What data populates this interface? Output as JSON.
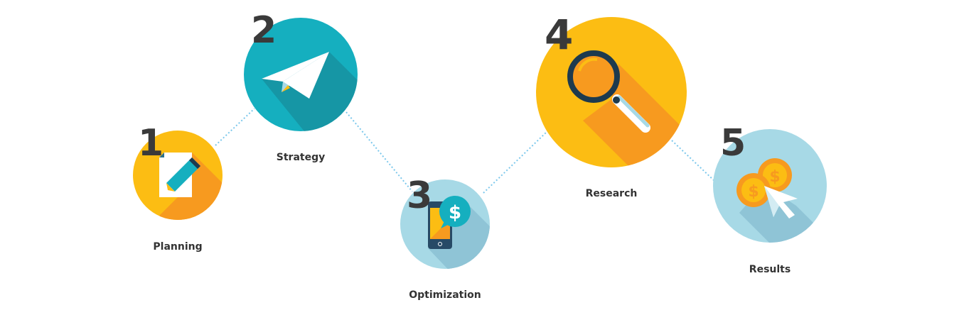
{
  "steps": [
    {
      "number": "1",
      "label": "Planning",
      "icon": "pencil-paper-icon",
      "color": "#fcbd13"
    },
    {
      "number": "2",
      "label": "Strategy",
      "icon": "paper-plane-icon",
      "color": "#15afbf"
    },
    {
      "number": "3",
      "label": "Optimization",
      "icon": "phone-dollar-icon",
      "color": "#a7d9e6"
    },
    {
      "number": "4",
      "label": "Research",
      "icon": "magnifier-icon",
      "color": "#fcbd13"
    },
    {
      "number": "5",
      "label": "Results",
      "icon": "coins-cursor-icon",
      "color": "#a7d9e6"
    }
  ]
}
